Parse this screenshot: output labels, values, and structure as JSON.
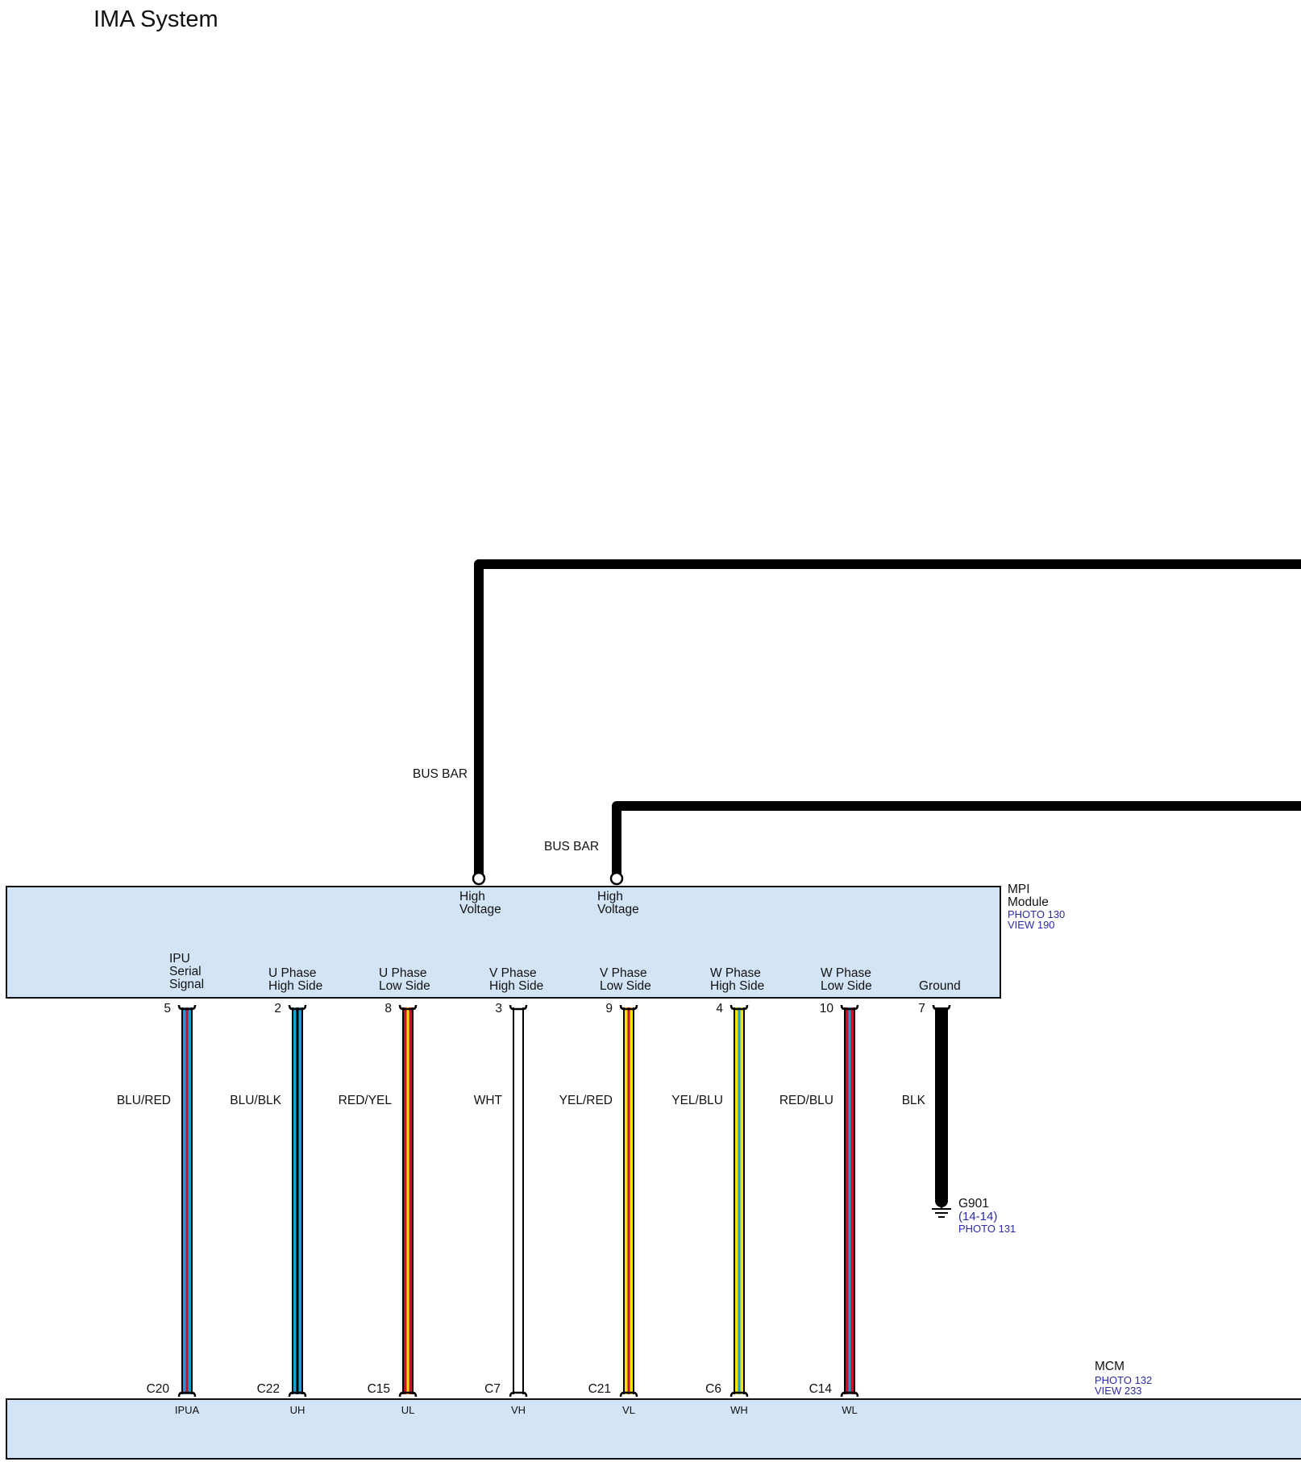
{
  "title": "IMA System",
  "bus_bar_label": "BUS BAR",
  "high_voltage_label": [
    "High",
    "Voltage"
  ],
  "mpi_module": {
    "name": [
      "MPI",
      "Module"
    ],
    "photo": "PHOTO 130",
    "view": "VIEW 190"
  },
  "mcm": {
    "name": "MCM",
    "photo": "PHOTO 132",
    "view": "VIEW 233"
  },
  "ground": {
    "name": "G901",
    "ref": "(14-14)",
    "photo": "PHOTO 131"
  },
  "wires": [
    {
      "signal": [
        "IPU",
        "Serial",
        "Signal"
      ],
      "pin": "5",
      "color_label": "BLU/RED",
      "mcm_pin": "C20",
      "mcm_signal": "IPUA",
      "stripe": [
        "#1aa0d8",
        "#c8102e"
      ]
    },
    {
      "signal": [
        "U Phase",
        "High Side"
      ],
      "pin": "2",
      "color_label": "BLU/BLK",
      "mcm_pin": "C22",
      "mcm_signal": "UH",
      "stripe": [
        "#1aa0d8",
        "#000000"
      ]
    },
    {
      "signal": [
        "U Phase",
        "Low Side"
      ],
      "pin": "8",
      "color_label": "RED/YEL",
      "mcm_pin": "C15",
      "mcm_signal": "UL",
      "stripe": [
        "#c8102e",
        "#f5e400"
      ]
    },
    {
      "signal": [
        "V Phase",
        "High Side"
      ],
      "pin": "3",
      "color_label": "WHT",
      "mcm_pin": "C7",
      "mcm_signal": "VH",
      "stripe": [
        "#ffffff",
        "#ffffff"
      ]
    },
    {
      "signal": [
        "V Phase",
        "Low Side"
      ],
      "pin": "9",
      "color_label": "YEL/RED",
      "mcm_pin": "C21",
      "mcm_signal": "VL",
      "stripe": [
        "#f5e400",
        "#c8102e"
      ]
    },
    {
      "signal": [
        "W Phase",
        "High Side"
      ],
      "pin": "4",
      "color_label": "YEL/BLU",
      "mcm_pin": "C6",
      "mcm_signal": "WH",
      "stripe": [
        "#f5e400",
        "#1aa0d8"
      ]
    },
    {
      "signal": [
        "W Phase",
        "Low Side"
      ],
      "pin": "10",
      "color_label": "RED/BLU",
      "mcm_pin": "C14",
      "mcm_signal": "WL",
      "stripe": [
        "#c8102e",
        "#1aa0d8"
      ]
    },
    {
      "signal": [
        "Ground"
      ],
      "pin": "7",
      "color_label": "BLK",
      "mcm_pin": "",
      "mcm_signal": "",
      "stripe": [
        "#000000",
        "#000000"
      ]
    }
  ],
  "colors": {
    "module_fill": "#d3e4f6",
    "outline": "#111111",
    "reference_text": "#2b2ba8"
  }
}
